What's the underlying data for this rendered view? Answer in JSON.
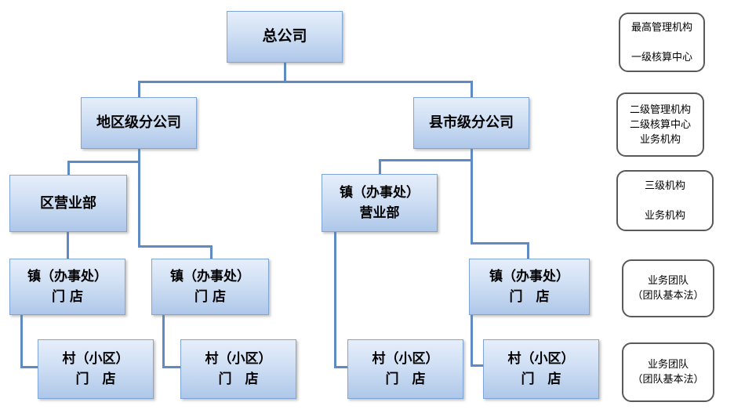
{
  "diagram": {
    "nodes": {
      "head": {
        "label": "总公司"
      },
      "regional_branch": {
        "label": "地区级分公司"
      },
      "county_branch": {
        "label": "县市级分公司"
      },
      "district_sales": {
        "label": "区营业部"
      },
      "town_office_sales": {
        "line1": "镇（办事处）",
        "line2": "营业部"
      },
      "town_store_1": {
        "line1": "镇（办事处）",
        "line2": "门 店"
      },
      "town_store_2": {
        "line1": "镇（办事处）",
        "line2": "门 店"
      },
      "town_store_3": {
        "line1": "镇（办事处）",
        "line2": "门　店"
      },
      "village_store_1": {
        "line1": "村（小区）",
        "line2": "门　店"
      },
      "village_store_2": {
        "line1": "村（小区）",
        "line2": "门　店"
      },
      "village_store_3": {
        "line1": "村（小区）",
        "line2": "门　店"
      },
      "village_store_4": {
        "line1": "村（小区）",
        "line2": "门　店"
      }
    },
    "annotations": [
      {
        "lines": [
          "最高管理机构",
          "",
          "一级核算中心"
        ]
      },
      {
        "lines": [
          "二级管理机构",
          "二级核算中心",
          "业务机构"
        ]
      },
      {
        "lines": [
          "三级机构",
          "",
          "业务机构"
        ]
      },
      {
        "lines": [
          "业务团队",
          "（团队基本法）"
        ]
      },
      {
        "lines": [
          "业务团队",
          "（团队基本法）"
        ]
      }
    ],
    "colors": {
      "node_fill_top": "#e6eefa",
      "node_fill_bottom": "#aec7e9",
      "node_border": "#7fa5d6",
      "connector": "#5e8bc4",
      "annotation_border": "#595959"
    }
  }
}
